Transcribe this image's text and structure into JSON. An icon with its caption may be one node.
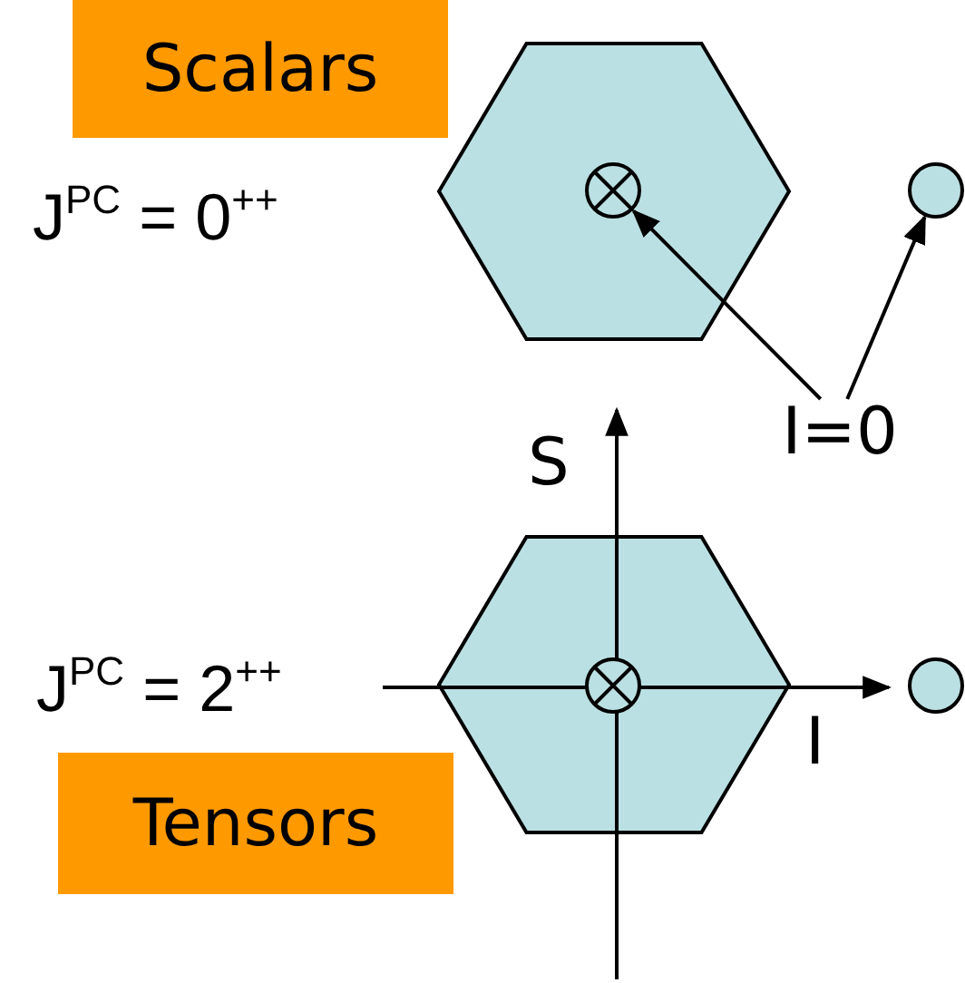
{
  "diagram": {
    "nodes": [
      {
        "text": [
          "Scalars"
        ]
      },
      {
        "text": [],
        "shape": "hexagon"
      },
      {
        "text": [],
        "shape": "circle",
        "in": 1
      },
      {
        "text": [],
        "shape": "circle"
      },
      {
        "text": [
          "I=0"
        ]
      },
      {
        "text": [],
        "shape": "hexagon"
      },
      {
        "text": [],
        "shape": "circle",
        "in": 5
      },
      {
        "text": [],
        "shape": "circle"
      },
      {
        "text": [
          "Tensors"
        ]
      }
    ],
    "edges": [
      {
        "from": 4,
        "to": 2,
        "arrow": "to"
      },
      {
        "from": 4,
        "to": 3,
        "arrow": "to"
      }
    ],
    "labels": [
      "J$^{PC}$ = 0$^{++}$",
      "S",
      "J$^{PC}$ = 2$^{++}$",
      "I"
    ]
  }
}
